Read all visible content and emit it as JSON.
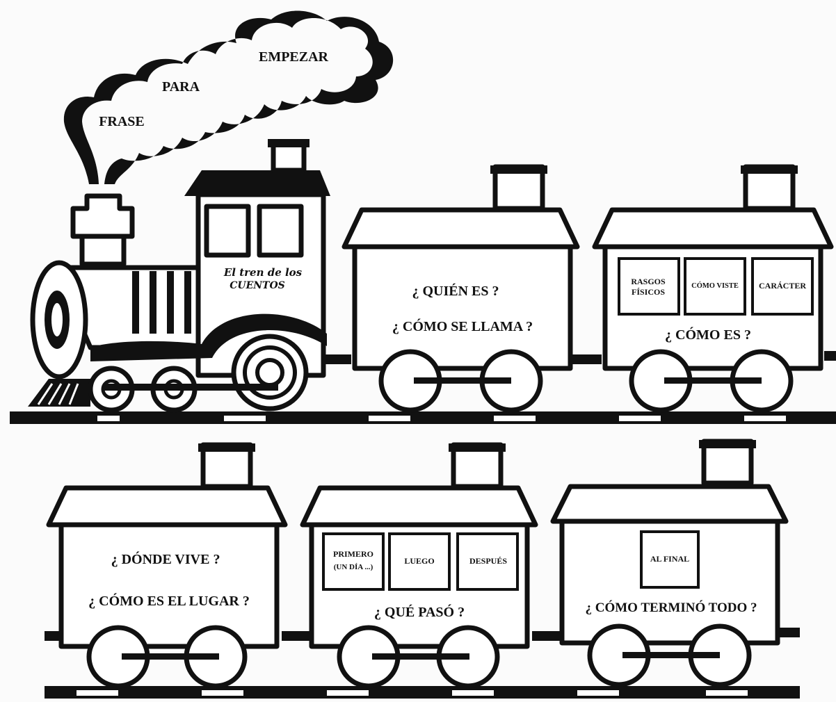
{
  "smoke": {
    "word1": "FRASE",
    "word2": "PARA",
    "word3": "EMPEZAR"
  },
  "locomotive": {
    "line1": "El tren de los",
    "line2": "CUENTOS"
  },
  "wagon1": {
    "q1": "¿ QUIÉN  ES ?",
    "q2": "¿ CÓMO  SE  LLAMA ?"
  },
  "wagon2": {
    "box1_line1": "RASGOS",
    "box1_line2": "FÍSICOS",
    "box2": "CÓMO VISTE",
    "box3": "CARÁCTER",
    "q": "¿ CÓMO    ES ?"
  },
  "wagon3": {
    "q1": "¿ DÓNDE  VIVE ?",
    "q2": "¿ CÓMO  ES  EL  LUGAR ?"
  },
  "wagon4": {
    "box1_line1": "PRIMERO",
    "box1_line2": "(UN DÍA ...)",
    "box2": "LUEGO",
    "box3": "DESPUÉS",
    "q": "¿ QUÉ  PASÓ ?"
  },
  "wagon5": {
    "box1": "AL  FINAL",
    "q": "¿ CÓMO   TERMINÓ  TODO ?"
  }
}
